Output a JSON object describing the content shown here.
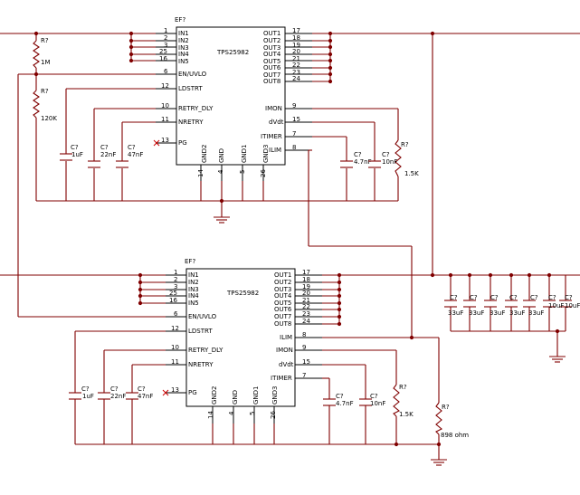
{
  "chips": [
    {
      "ref": "EF?",
      "part": "TPS25982",
      "left_pins": [
        {
          "name": "IN1",
          "num": "1"
        },
        {
          "name": "IN2",
          "num": "2"
        },
        {
          "name": "IN3",
          "num": "3"
        },
        {
          "name": "IN4",
          "num": "25"
        },
        {
          "name": "IN5",
          "num": "16"
        },
        {
          "name": "EN/UVLO",
          "num": "6"
        },
        {
          "name": "LDSTRT",
          "num": "12"
        },
        {
          "name": "RETRY_DLY",
          "num": "10"
        },
        {
          "name": "NRETRY",
          "num": "11"
        },
        {
          "name": "PG",
          "num": "13"
        }
      ],
      "right_pins": [
        {
          "name": "OUT1",
          "num": "17"
        },
        {
          "name": "OUT2",
          "num": "18"
        },
        {
          "name": "OUT3",
          "num": "19"
        },
        {
          "name": "OUT4",
          "num": "20"
        },
        {
          "name": "OUT5",
          "num": "21"
        },
        {
          "name": "OUT6",
          "num": "22"
        },
        {
          "name": "OUT7",
          "num": "23"
        },
        {
          "name": "OUT8",
          "num": "24"
        },
        {
          "name": "IMON",
          "num": "9"
        },
        {
          "name": "dVdt",
          "num": "15"
        },
        {
          "name": "ITIMER",
          "num": "7"
        },
        {
          "name": "ILIM",
          "num": "8"
        }
      ],
      "bottom_pins": [
        {
          "name": "GND2",
          "num": "14"
        },
        {
          "name": "GND",
          "num": "4"
        },
        {
          "name": "GND1",
          "num": "5"
        },
        {
          "name": "GND3",
          "num": "26"
        }
      ]
    },
    {
      "ref": "EF?",
      "part": "TPS25982",
      "left_pins": [
        {
          "name": "IN1",
          "num": "1"
        },
        {
          "name": "IN2",
          "num": "2"
        },
        {
          "name": "IN3",
          "num": "3"
        },
        {
          "name": "IN4",
          "num": "25"
        },
        {
          "name": "IN5",
          "num": "16"
        },
        {
          "name": "EN/UVLO",
          "num": "6"
        },
        {
          "name": "LDSTRT",
          "num": "12"
        },
        {
          "name": "RETRY_DLY",
          "num": "10"
        },
        {
          "name": "NRETRY",
          "num": "11"
        },
        {
          "name": "PG",
          "num": "13"
        }
      ],
      "right_pins": [
        {
          "name": "OUT1",
          "num": "17"
        },
        {
          "name": "OUT2",
          "num": "18"
        },
        {
          "name": "OUT3",
          "num": "19"
        },
        {
          "name": "OUT4",
          "num": "20"
        },
        {
          "name": "OUT5",
          "num": "21"
        },
        {
          "name": "OUT6",
          "num": "22"
        },
        {
          "name": "OUT7",
          "num": "23"
        },
        {
          "name": "OUT8",
          "num": "24"
        },
        {
          "name": "ILIM",
          "num": "8"
        },
        {
          "name": "IMON",
          "num": "9"
        },
        {
          "name": "dVdt",
          "num": "15"
        },
        {
          "name": "ITIMER",
          "num": "7"
        }
      ],
      "bottom_pins": [
        {
          "name": "GND2",
          "num": "14"
        },
        {
          "name": "GND",
          "num": "4"
        },
        {
          "name": "GND1",
          "num": "5"
        },
        {
          "name": "GND3",
          "num": "26"
        }
      ]
    }
  ],
  "components": {
    "r_top_ref": "R?",
    "r_top_val": "1M",
    "r_uvlo_ref": "R?",
    "r_uvlo_val": "120K",
    "c1_ref": "C?",
    "c1_val": "1uF",
    "c2_ref": "C?",
    "c2_val": "22nF",
    "c3_ref": "C?",
    "c3_val": "47nF",
    "c4_ref": "C?",
    "c4_val": "4.7nF",
    "c5_ref": "C?",
    "c5_val": "10nF",
    "r_imon1_ref": "R?",
    "r_imon1_val": "1.5K",
    "c6_ref": "C?",
    "c6_val": "1uF",
    "c7_ref": "C?",
    "c7_val": "22nF",
    "c8_ref": "C?",
    "c8_val": "47nF",
    "c9_ref": "C?",
    "c9_val": "4.7nF",
    "c10_ref": "C?",
    "c10_val": "10nF",
    "r_imon2_ref": "R?",
    "r_imon2_val": "1.5K",
    "r_ilim_ref": "R?",
    "r_ilim_val": "898 ohm"
  },
  "output_caps": [
    {
      "ref": "C?",
      "val": "33uF"
    },
    {
      "ref": "C?",
      "val": "33uF"
    },
    {
      "ref": "C?",
      "val": "33uF"
    },
    {
      "ref": "C?",
      "val": "33uF"
    },
    {
      "ref": "C?",
      "val": "33uF"
    },
    {
      "ref": "C?",
      "val": "10uF"
    },
    {
      "ref": "C?",
      "val": "10uF"
    }
  ]
}
